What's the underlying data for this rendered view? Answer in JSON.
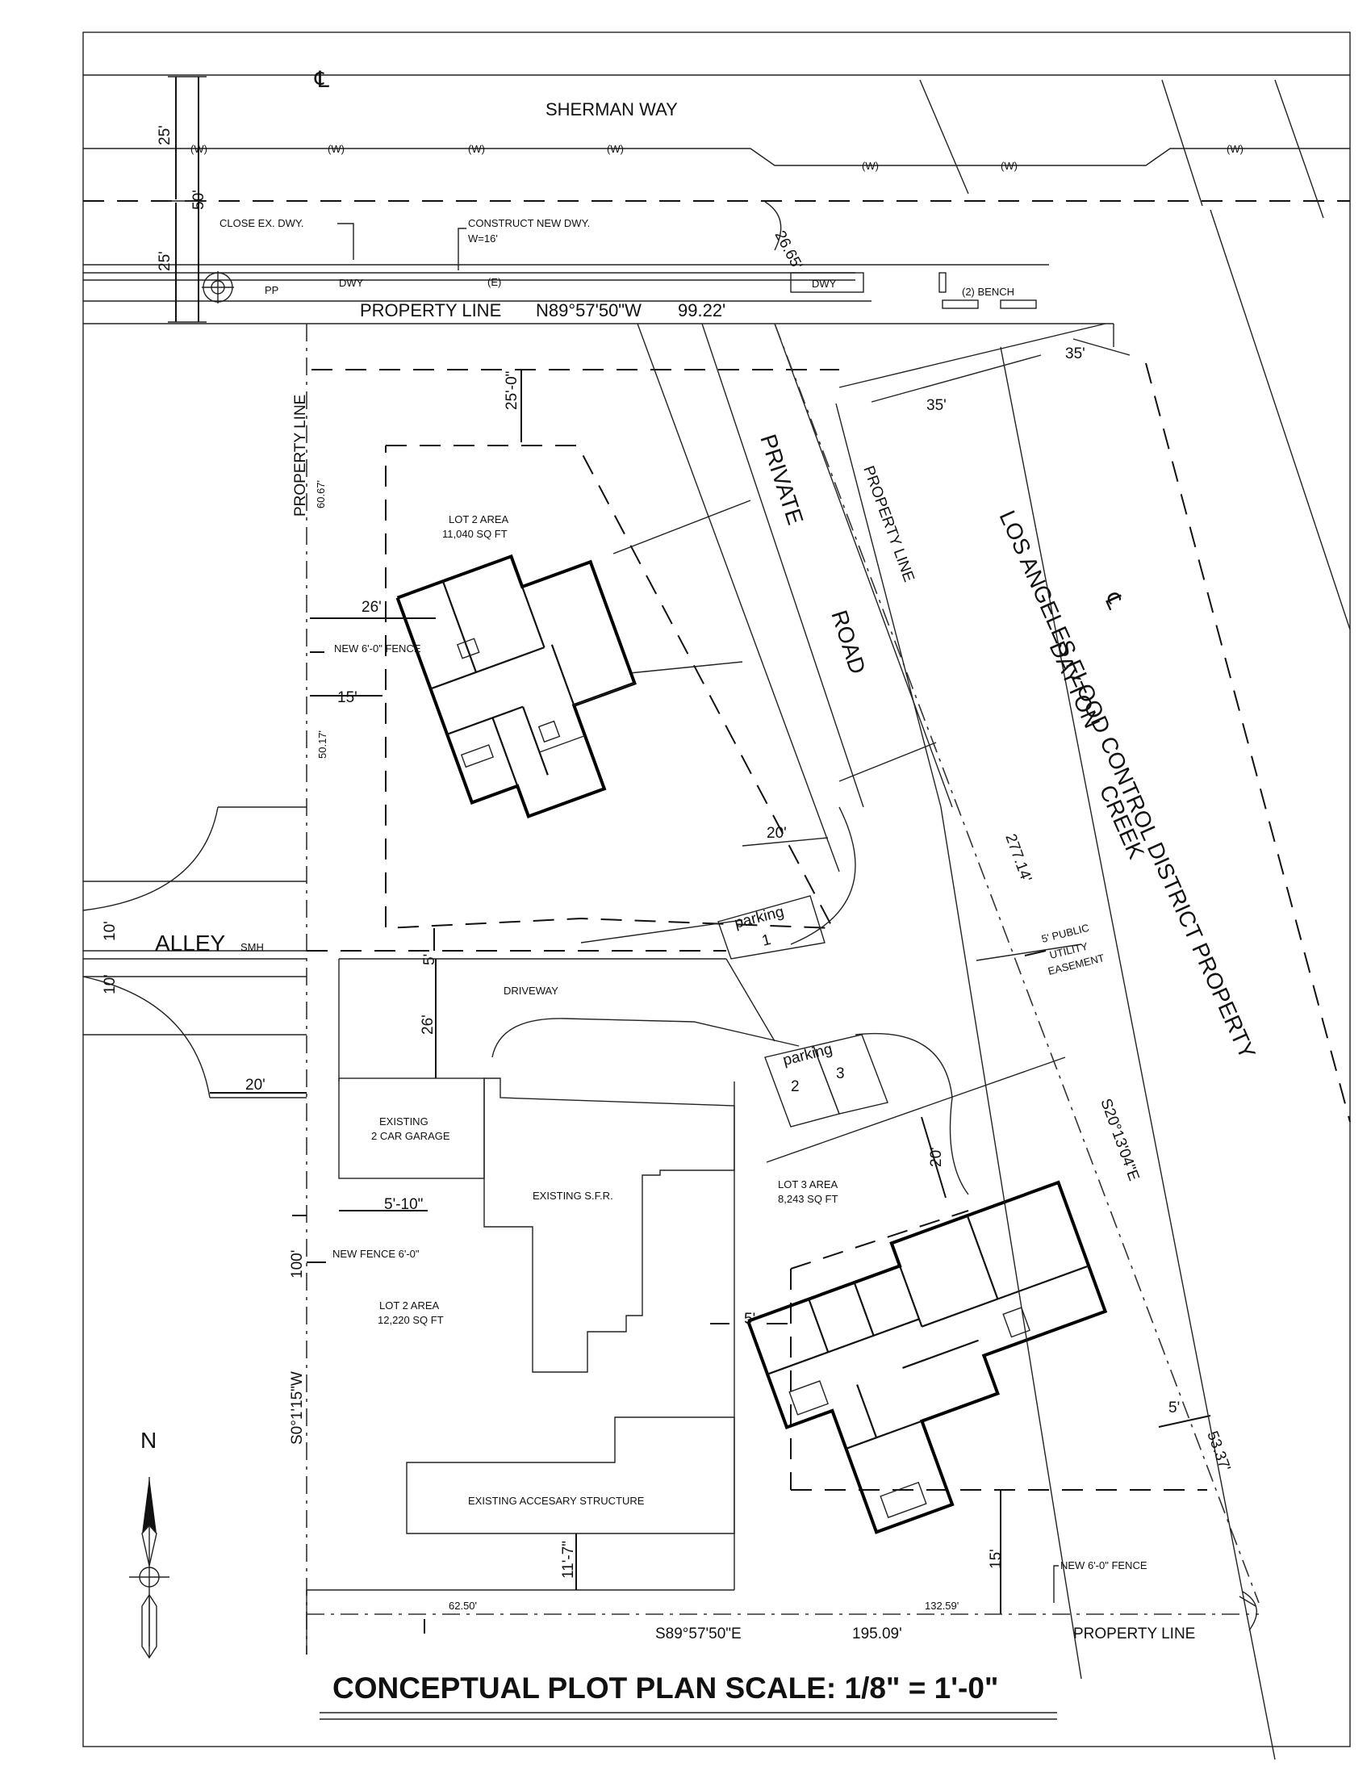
{
  "streets": {
    "centerline": "℄",
    "sherman_way": "SHERMAN WAY",
    "alley": "ALLEY",
    "alley_smh": "SMH",
    "private_road_1": "PRIVATE",
    "private_road_2": "ROAD",
    "flood_control_1": "LOS ANGELES FLOOD CONTROL DISTRICT PROPERTY",
    "flood_control_2": "DAYTON",
    "flood_control_3": "CREEK"
  },
  "street_notes": {
    "close_dwy": "CLOSE EX. DWY.",
    "construct_dwy_1": "CONSTRUCT NEW DWY.",
    "construct_dwy_2": "W=16'",
    "water_symbol": "(W)",
    "electric_symbol": "(E)",
    "dwy": "DWY",
    "dwy_e": "DWY",
    "pp": "PP",
    "bench": "(2) BENCH",
    "easement_1": "5' PUBLIC",
    "easement_2": "UTILITY",
    "easement_3": "EASEMENT"
  },
  "property_lines": {
    "label": "PROPERTY LINE",
    "north_bearing": "N89°57'50\"W",
    "north_length": "99.22'",
    "west_label": "PROPERTY LINE",
    "west_length": "60.67'",
    "west_length_2": "50.17'",
    "west_bearing": "S0°1'15\"W",
    "west_length_3": "100'",
    "east_label": "PROPERTY LINE",
    "east_length": "277.14'",
    "east_bearing": "S20°13'04\"E",
    "east_length_2": "53.37'",
    "south_label": "PROPERTY LINE",
    "south_bearing": "S89°57'50\"E",
    "south_length": "195.09'",
    "south_length_2": "132.59'",
    "south_length_3": "62.50'",
    "corner_length": "26.65'"
  },
  "dimensions": {
    "d25a": "25'",
    "d50": "50'",
    "d25b": "25'",
    "d25_0": "25'-0\"",
    "d26a": "26'",
    "d15a": "15'",
    "d20a": "20'",
    "d5a": "5'",
    "d10a": "10'",
    "d10b": "10'",
    "d26b": "26'",
    "d20b": "20'",
    "d5_10": "5'-10\"",
    "d20c": "20'",
    "d5b": "5'",
    "d5c": "5'",
    "d11_7": "11'-7\"",
    "d15b": "15'",
    "d35a": "35'",
    "d35b": "35'"
  },
  "lots": {
    "lot2_top_1": "LOT 2 AREA",
    "lot2_top_2": "11,040 SQ FT",
    "lot3_1": "LOT 3 AREA",
    "lot3_2": "8,243 SQ FT",
    "lot2_bottom_1": "LOT 2 AREA",
    "lot2_bottom_2": "12,220 SQ FT"
  },
  "structures": {
    "garage_1": "EXISTING",
    "garage_2": "2 CAR GARAGE",
    "sfr": "EXISTING S.F.R.",
    "accessory": "EXISTING ACCESARY STRUCTURE",
    "driveway": "DRIVEWAY"
  },
  "parking": {
    "label": "parking",
    "space_1": "1",
    "space_2": "2",
    "space_3": "3"
  },
  "fences": {
    "fence_top": "NEW 6'-0\" FENCE",
    "fence_mid": "NEW FENCE 6'-0\"",
    "fence_bottom": "NEW 6'-0\" FENCE"
  },
  "north_arrow": {
    "label": "N"
  },
  "title": {
    "text": "CONCEPTUAL PLOT PLAN SCALE: 1/8\" = 1'-0\""
  }
}
